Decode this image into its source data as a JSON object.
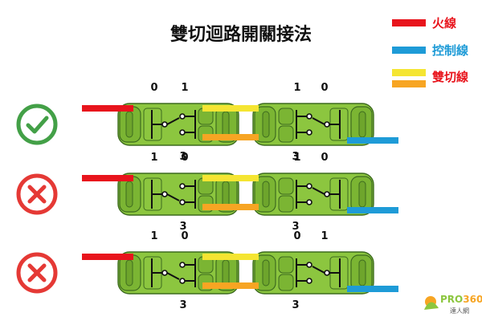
{
  "title": "雙切迴路開關接法",
  "legend": [
    {
      "label": "火線",
      "color": "#e8141c",
      "colors": [
        "#e8141c"
      ]
    },
    {
      "label": "控制線",
      "color": "#1e9bd7",
      "colors": [
        "#1e9bd7"
      ]
    },
    {
      "label": "雙切線",
      "color": "#e8141c",
      "colors": [
        "#f5e532",
        "#f7a523"
      ]
    }
  ],
  "colors": {
    "live": "#e8141c",
    "control": "#1e9bd7",
    "traveler1": "#f5e532",
    "traveler2": "#f7a523",
    "switch_body": "#8cc63f",
    "switch_outline": "#3d6b1f",
    "check": "#43a047",
    "cross": "#e53935"
  },
  "rows": [
    {
      "status": "check-icon",
      "valid": true,
      "left": {
        "top_labels": [
          "0",
          "1"
        ],
        "bottom_label": "3",
        "position": "top"
      },
      "right": {
        "top_labels": [
          "1",
          "0"
        ],
        "bottom_label": "3",
        "position": "top"
      }
    },
    {
      "status": "cross-icon",
      "valid": false,
      "left": {
        "top_labels": [
          "1",
          "0"
        ],
        "bottom_label": "3",
        "position": "bottom"
      },
      "right": {
        "top_labels": [
          "1",
          "0"
        ],
        "bottom_label": "3",
        "position": "top"
      }
    },
    {
      "status": "cross-icon",
      "valid": false,
      "left": {
        "top_labels": [
          "1",
          "0"
        ],
        "bottom_label": "3",
        "position": "bottom"
      },
      "right": {
        "top_labels": [
          "0",
          "1"
        ],
        "bottom_label": "3",
        "position": "top"
      }
    }
  ],
  "logo": {
    "main": "PRO360",
    "sub": "達人網"
  }
}
